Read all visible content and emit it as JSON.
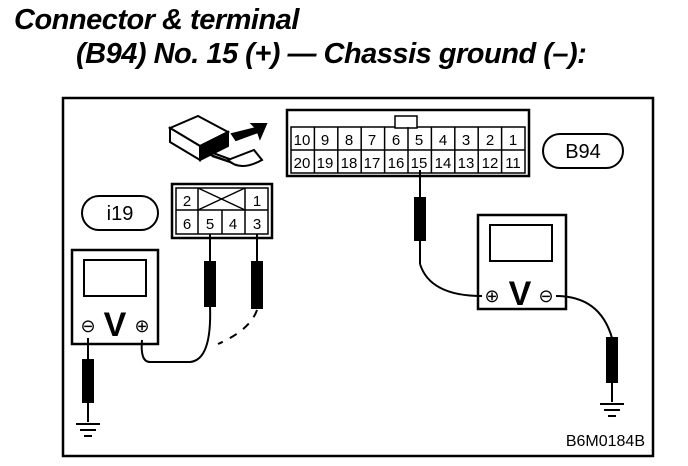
{
  "title_line1": "Connector & terminal",
  "title_line2": "(B94) No. 15 (+) — Chassis ground (–):",
  "connector_b94": {
    "label": "B94",
    "top_row": [
      "10",
      "9",
      "8",
      "7",
      "6",
      "5",
      "4",
      "3",
      "2",
      "1"
    ],
    "bottom_row": [
      "20",
      "19",
      "18",
      "17",
      "16",
      "15",
      "14",
      "13",
      "12",
      "11"
    ]
  },
  "connector_i19": {
    "label": "i19",
    "top_row": [
      "2",
      "1"
    ],
    "bottom_row": [
      "6",
      "5",
      "4",
      "3"
    ]
  },
  "meter_left": {
    "letter": "V",
    "minus": "⊖",
    "plus": "⊕"
  },
  "meter_right": {
    "letter": "V",
    "minus": "⊖",
    "plus": "⊕"
  },
  "figure_code": "B6M0184B"
}
